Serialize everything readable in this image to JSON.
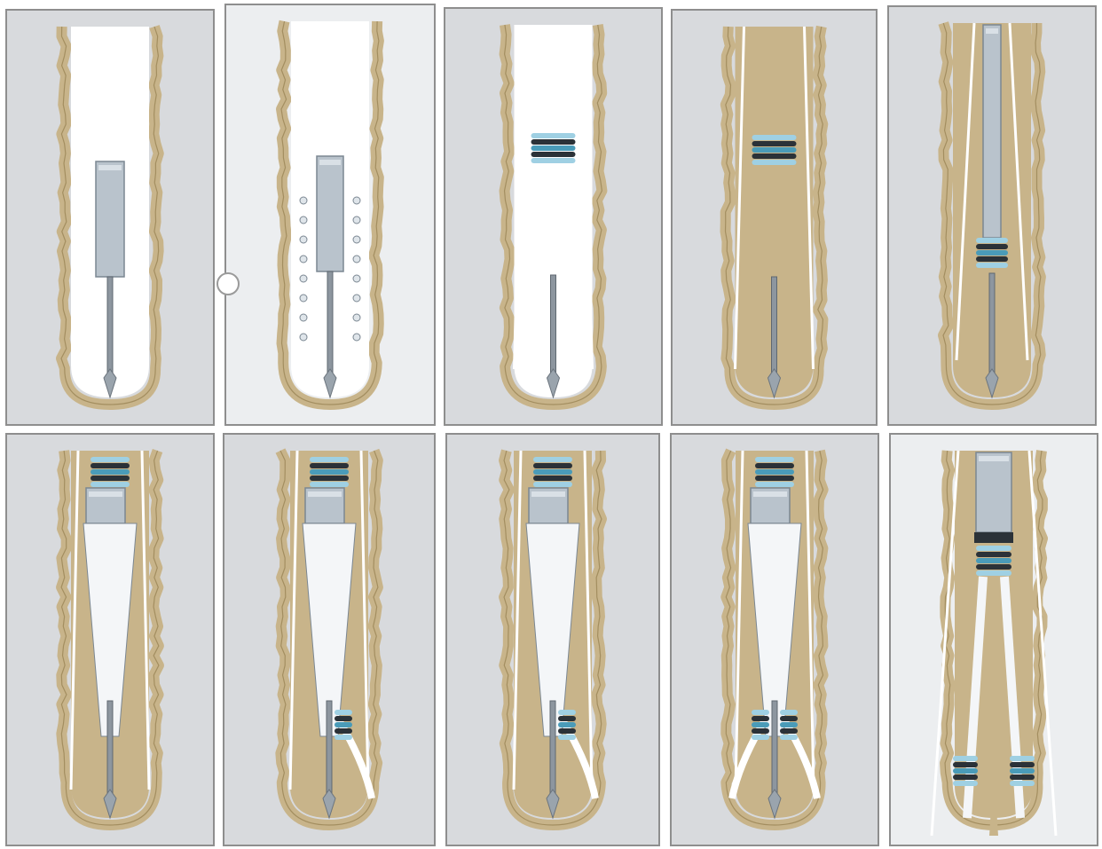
{
  "figure": {
    "panels": [
      {
        "id": 1,
        "stage": "drill-run-in"
      },
      {
        "id": 2,
        "stage": "drill-ahead"
      },
      {
        "id": 3,
        "stage": "set-packer-top"
      },
      {
        "id": 4,
        "stage": "cement-annulus"
      },
      {
        "id": 5,
        "stage": "drill-out"
      },
      {
        "id": 6,
        "stage": "lateral-setup"
      },
      {
        "id": 7,
        "stage": "lateral-drill"
      },
      {
        "id": 8,
        "stage": "lateral-second"
      },
      {
        "id": 9,
        "stage": "dual-lateral"
      },
      {
        "id": 10,
        "stage": "completion"
      }
    ]
  },
  "colors": {
    "rock": "#c8b48a",
    "rock_edge": "#8a7444",
    "steel": "#b9c3cc",
    "steel_dark": "#7b8792",
    "packer_blue": "#4a9bb8",
    "panel_grey": "#d8dadd",
    "panel_light": "#eceef0"
  }
}
